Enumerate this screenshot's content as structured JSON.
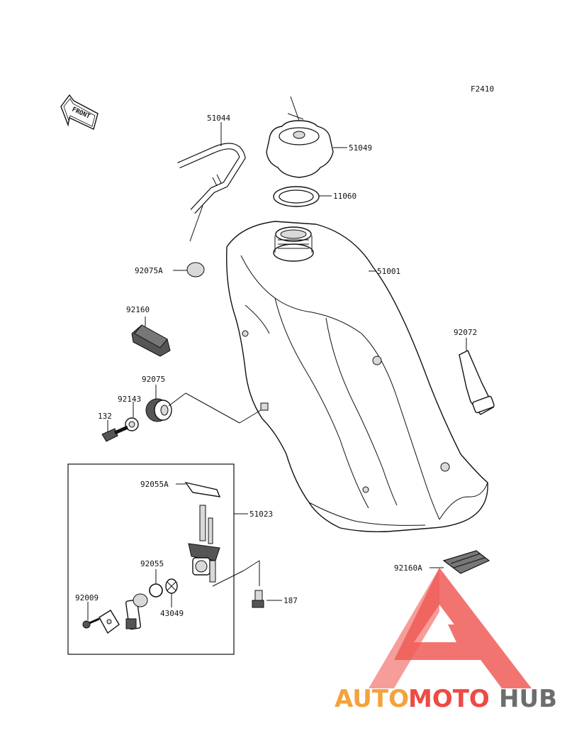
{
  "figure_code": "F2410",
  "front_label": "FRONT",
  "parts": [
    {
      "id": "p51044",
      "number": "51044"
    },
    {
      "id": "p51049",
      "number": "51049"
    },
    {
      "id": "p11060",
      "number": "11060"
    },
    {
      "id": "p92075A",
      "number": "92075A"
    },
    {
      "id": "p51001",
      "number": "51001"
    },
    {
      "id": "p92160",
      "number": "92160"
    },
    {
      "id": "p92072",
      "number": "92072"
    },
    {
      "id": "p92075",
      "number": "92075"
    },
    {
      "id": "p92143",
      "number": "92143"
    },
    {
      "id": "p132",
      "number": "132"
    },
    {
      "id": "p92055A",
      "number": "92055A"
    },
    {
      "id": "p51023",
      "number": "51023"
    },
    {
      "id": "p92055",
      "number": "92055"
    },
    {
      "id": "p92009",
      "number": "92009"
    },
    {
      "id": "p43049",
      "number": "43049"
    },
    {
      "id": "p187",
      "number": "187"
    },
    {
      "id": "p92160A",
      "number": "92160A"
    }
  ],
  "watermark": {
    "part1": "AUTO",
    "part2": "MOTO",
    "part3": "HUB",
    "colors": {
      "orange": "#f4a23c",
      "red": "#ee4a44",
      "gray": "#6d6d6d"
    }
  }
}
